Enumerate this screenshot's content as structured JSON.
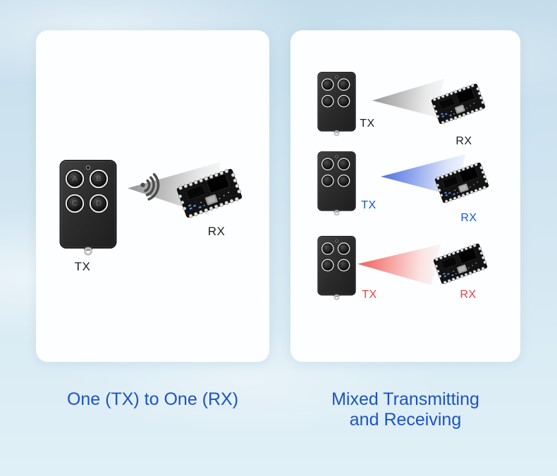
{
  "left_panel": {
    "caption": "One (TX) to One (RX)",
    "tx_label": "TX",
    "rx_label": "RX",
    "remote_buttons": [
      "A",
      "B",
      "C",
      "D"
    ]
  },
  "right_panel": {
    "caption_line1": "Mixed Transmitting",
    "caption_line2": "and Receiving",
    "rows": [
      {
        "name": "gray",
        "tx_label": "TX",
        "rx_label": "RX"
      },
      {
        "name": "blue",
        "tx_label": "TX",
        "rx_label": "RX"
      },
      {
        "name": "red",
        "tx_label": "TX",
        "rx_label": "RX"
      }
    ]
  },
  "icons": {
    "signal": "wifi-signal-icon",
    "transmitter": "remote-control",
    "receiver": "rx-pcb-module"
  },
  "colors": {
    "caption_blue": "#1d52c8",
    "label_black": "#1c1c1c",
    "label_blue": "#1355dd",
    "label_red": "#ee3b42",
    "beam_gray": "#8a8a8a",
    "beam_blue": "#4264dd",
    "beam_red": "#f0504c",
    "panel_bg": "#fdfeff",
    "sky_top": "#c5ddeb",
    "sky_bottom": "#e1f0f7"
  }
}
